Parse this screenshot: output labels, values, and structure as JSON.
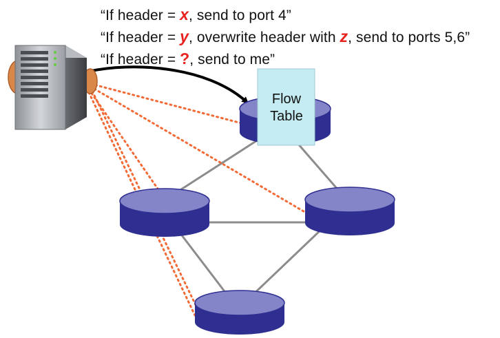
{
  "rules": [
    {
      "prefix": "“If header = ",
      "token": "x",
      "suffix": ", send to port 4”"
    },
    {
      "prefix": "“If header = ",
      "token": "y",
      "middle": ", overwrite header with ",
      "token2": "z",
      "suffix": ", send to ports 5,6”"
    },
    {
      "prefix": "“If header = ",
      "token": "?",
      "suffix": ", send to me”"
    }
  ],
  "flow_table": {
    "line1": "Flow",
    "line2": "Table"
  },
  "colors": {
    "highlight": "#e8231f",
    "switch_top": "#8484c8",
    "switch_body": "#2e2f91",
    "link": "#8c8c8c",
    "control_link": "#f26a35",
    "flow_table_fill": "#c4ecf2"
  },
  "icons": {
    "controller": "server-with-brain-icon",
    "switch": "switch-cylinder-icon"
  }
}
